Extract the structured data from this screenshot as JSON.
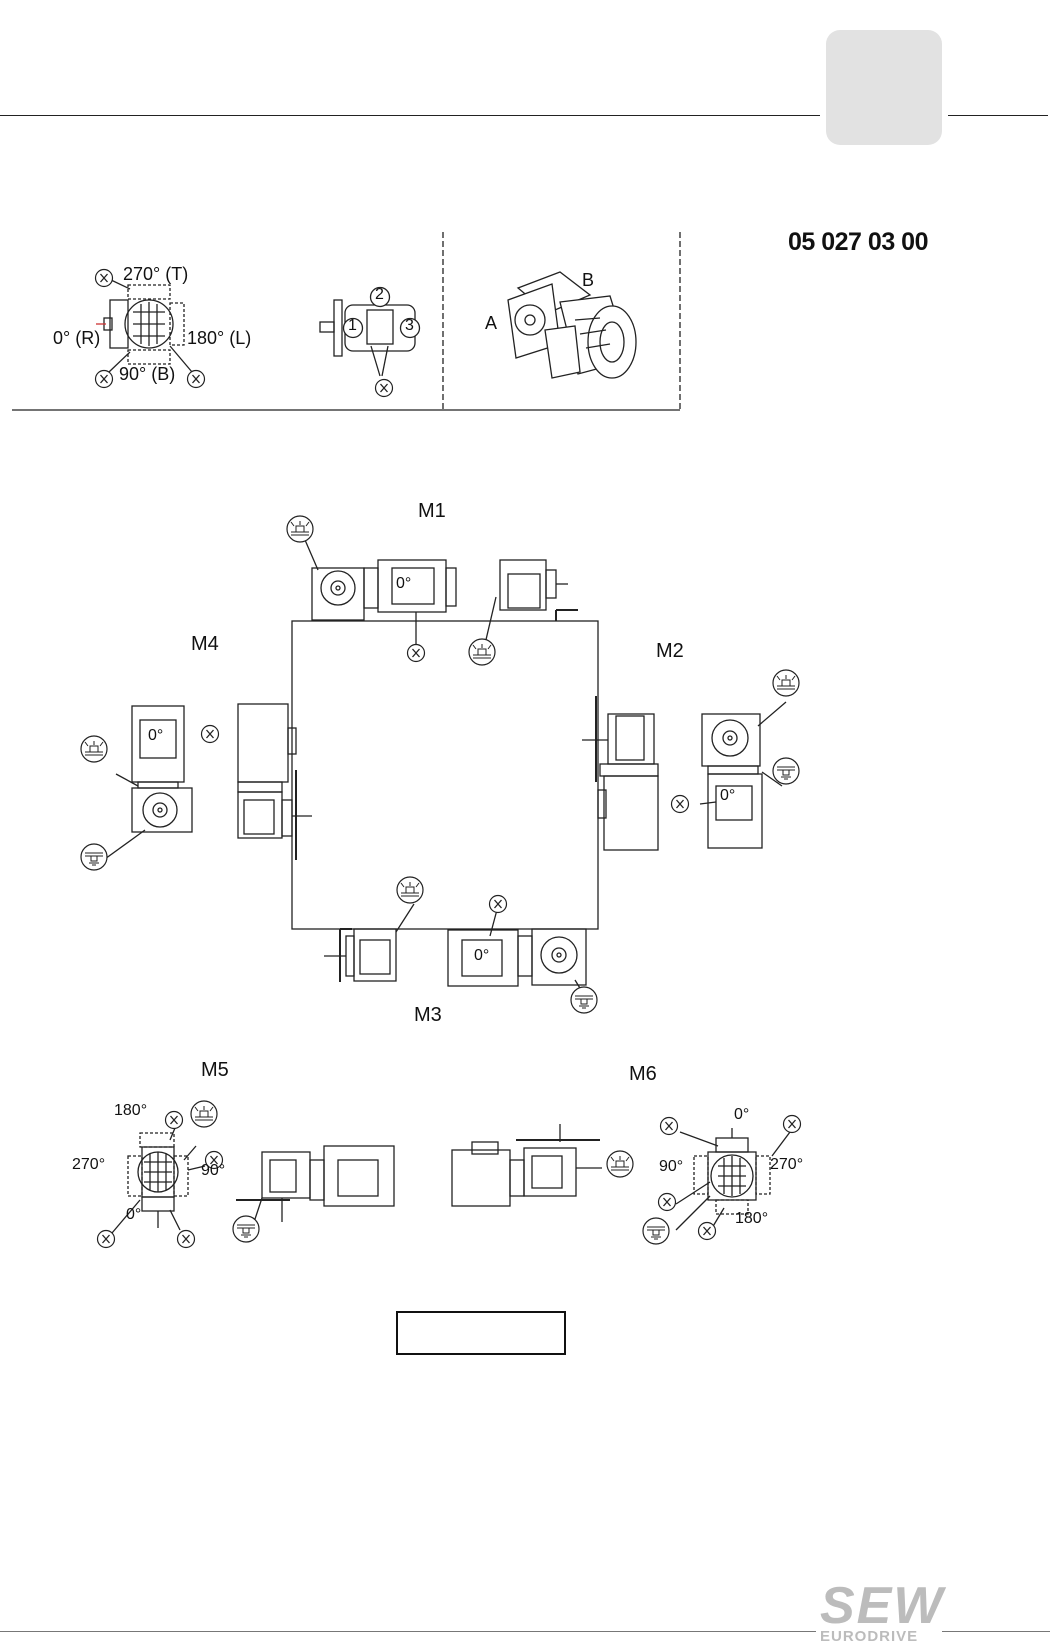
{
  "header": {
    "tab_color": "#e2e2e2"
  },
  "drawing_code": "05 027 03 00",
  "legend": {
    "angle_270": "270° (T)",
    "angle_0": "0° (R)",
    "angle_180": "180° (L)",
    "angle_90": "90° (B)",
    "marker_x": "X",
    "face_1": "1",
    "face_2": "2",
    "face_3": "3",
    "side_a": "A",
    "side_b": "B"
  },
  "positions": {
    "m1": "M1",
    "m2": "M2",
    "m3": "M3",
    "m4": "M4",
    "m5": "M5",
    "m6": "M6"
  },
  "motor_label": "0°",
  "m5_angles": {
    "a180": "180°",
    "a270": "270°",
    "a90": "90°",
    "a0": "0°"
  },
  "m6_angles": {
    "a0": "0°",
    "a90": "90°",
    "a270": "270°",
    "a180": "180°"
  },
  "logo": {
    "brand": "SEW",
    "sub": "EURODRIVE"
  }
}
